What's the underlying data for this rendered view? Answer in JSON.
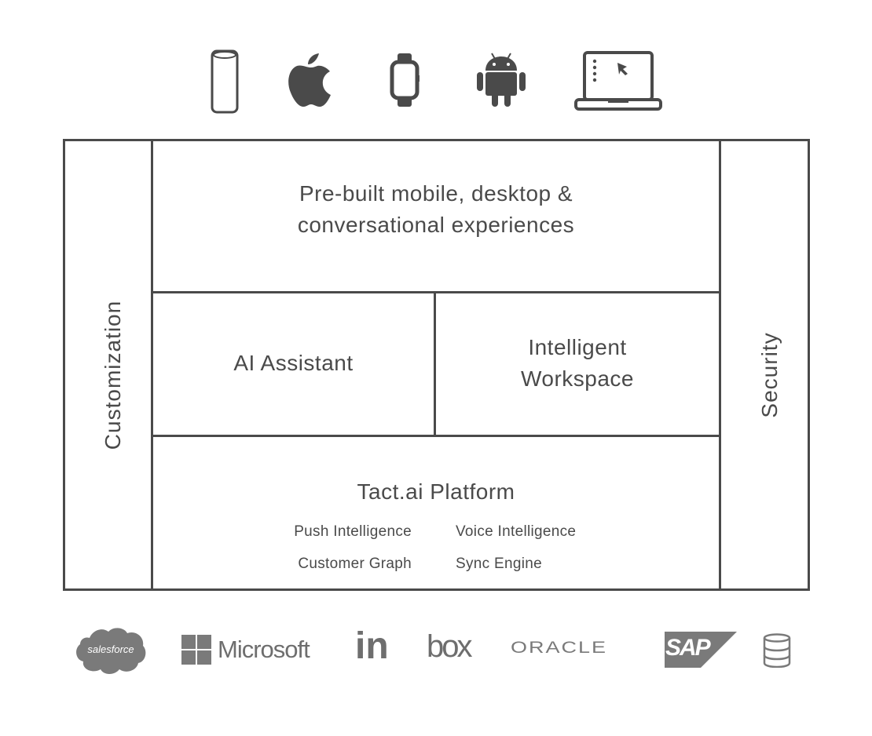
{
  "devices": [
    {
      "name": "Amazon Echo",
      "icon": "smart-speaker-icon"
    },
    {
      "name": "Apple",
      "icon": "apple-icon"
    },
    {
      "name": "Smartwatch",
      "icon": "smartwatch-icon"
    },
    {
      "name": "Android",
      "icon": "android-icon"
    },
    {
      "name": "Desktop",
      "icon": "laptop-icon"
    }
  ],
  "diagram": {
    "left_column": "Customization",
    "right_column": "Security",
    "top_box": {
      "line1": "Pre-built mobile, desktop &",
      "line2": "conversational experiences"
    },
    "ai_assistant": "AI Assistant",
    "workspace": {
      "line1": "Intelligent",
      "line2": "Workspace"
    },
    "platform": {
      "title": "Tact.ai Platform",
      "features": [
        "Push Intelligence",
        "Voice Intelligence",
        "Customer Graph",
        "Sync Engine"
      ]
    }
  },
  "integrations": {
    "salesforce": "salesforce",
    "microsoft": "Microsoft",
    "linkedin": "in",
    "box": "box",
    "oracle": "ORACLE",
    "sap": "SAP",
    "database_icon": "database-icon"
  },
  "colors": {
    "stroke": "#4a4a4a",
    "logo": "#6e6e6e",
    "background": "#ffffff"
  }
}
